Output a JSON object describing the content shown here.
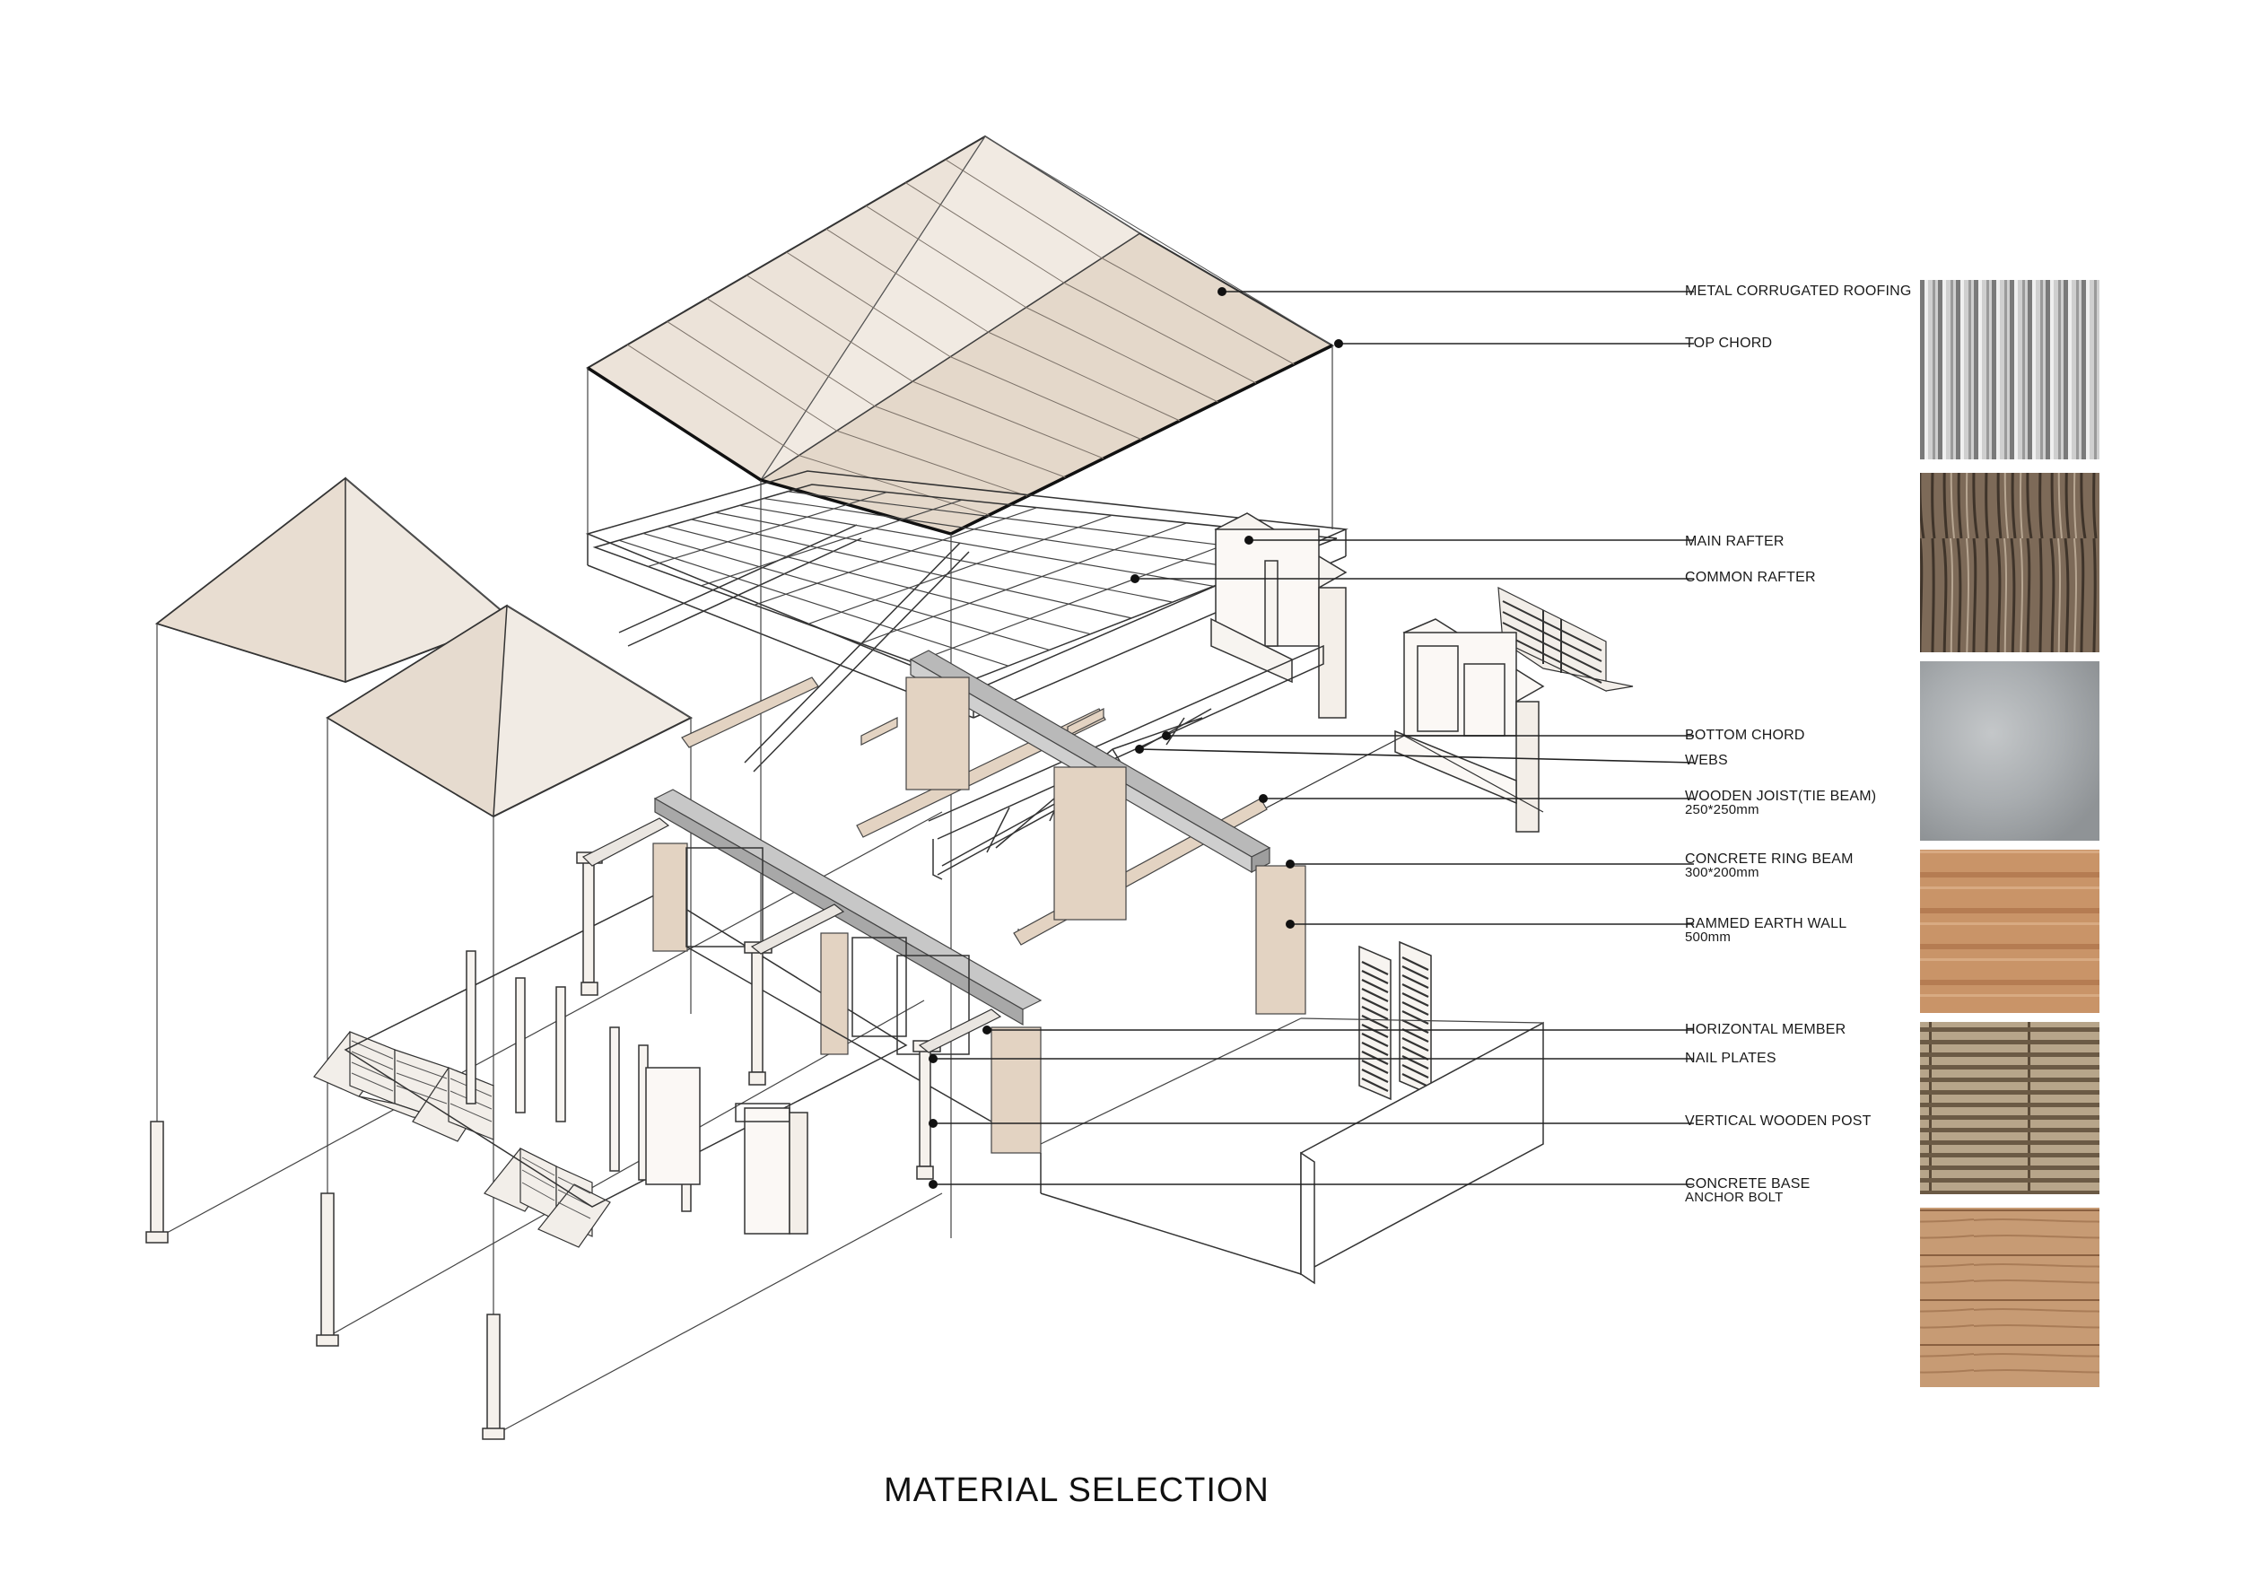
{
  "title": "MATERIAL SELECTION",
  "colors": {
    "roof_fill": "#eadfd3",
    "roof_fill_light": "#efe8e0",
    "wall_fill": "#e3d3c2",
    "beam_fill": "#b9b9b9",
    "line": "#333333",
    "leader": "#222222"
  },
  "labels": [
    {
      "text": "METAL CORRUGATED ROOFING",
      "sub": ""
    },
    {
      "text": "TOP CHORD",
      "sub": ""
    },
    {
      "text": "MAIN RAFTER",
      "sub": ""
    },
    {
      "text": "COMMON  RAFTER",
      "sub": ""
    },
    {
      "text": "BOTTOM CHORD",
      "sub": ""
    },
    {
      "text": "WEBS",
      "sub": ""
    },
    {
      "text": "WOODEN JOIST(TIE BEAM)",
      "sub": "250*250mm"
    },
    {
      "text": "CONCRETE RING BEAM",
      "sub": "300*200mm"
    },
    {
      "text": "RAMMED EARTH WALL",
      "sub": "500mm"
    },
    {
      "text": "HORIZONTAL MEMBER",
      "sub": ""
    },
    {
      "text": "NAIL PLATES",
      "sub": ""
    },
    {
      "text": "VERTICAL WOODEN POST",
      "sub": ""
    },
    {
      "text": "CONCRETE BASE",
      "sub": "ANCHOR BOLT"
    }
  ],
  "swatches": [
    {
      "name": "corrugated-metal-swatch",
      "icon": "corrugated-metal-texture"
    },
    {
      "name": "weathered-wood-swatch",
      "icon": "weathered-wood-texture"
    },
    {
      "name": "concrete-swatch",
      "icon": "concrete-texture"
    },
    {
      "name": "rammed-earth-swatch",
      "icon": "rammed-earth-texture"
    },
    {
      "name": "bamboo-swatch",
      "icon": "bamboo-texture"
    },
    {
      "name": "timber-plank-swatch",
      "icon": "timber-plank-texture"
    }
  ]
}
